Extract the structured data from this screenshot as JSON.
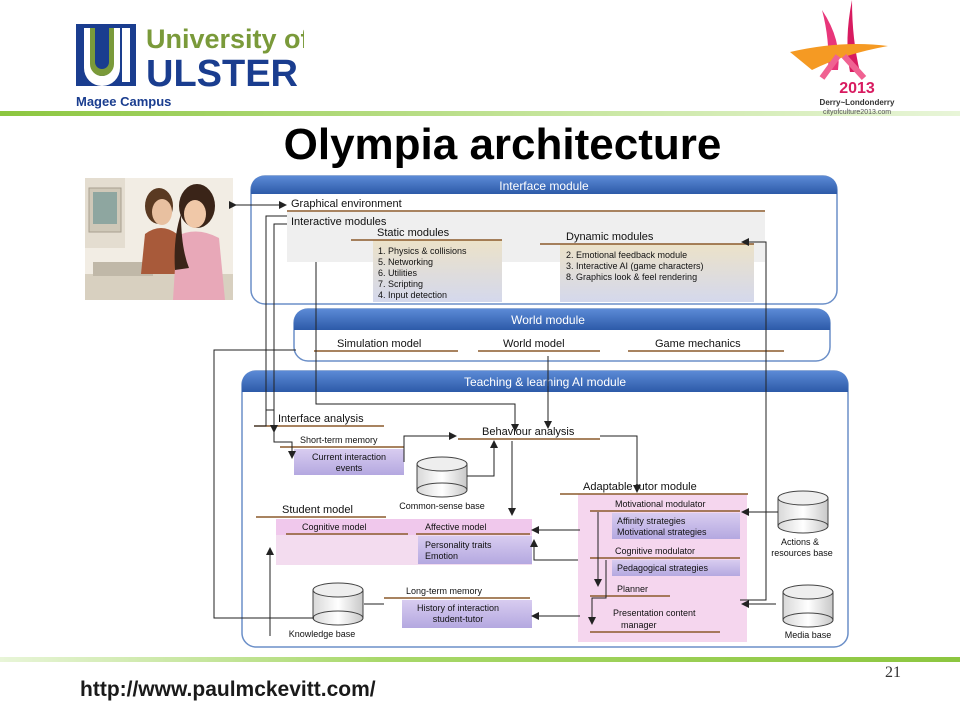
{
  "header": {
    "university_line1": "University of",
    "university_line2": "ULSTER",
    "campus": "Magee Campus",
    "city_year": "2013",
    "city_name": "Derry~Londonderry",
    "city_site": "cityofculture2013.com"
  },
  "title": "Olympia architecture",
  "diagram": {
    "interface_module": {
      "label": "Interface module",
      "graphical_environment": "Graphical environment",
      "interactive_modules": "Interactive modules",
      "static_modules": {
        "label": "Static modules",
        "items": [
          "1. Physics & collisions",
          "5. Networking",
          "6. Utilities",
          "7. Scripting",
          "4. Input detection"
        ]
      },
      "dynamic_modules": {
        "label": "Dynamic modules",
        "items": [
          "2. Emotional feedback module",
          "3. Interactive AI (game characters)",
          "8. Graphics look & feel rendering"
        ]
      }
    },
    "world_module": {
      "label": "World module",
      "items": [
        "Simulation model",
        "World model",
        "Game mechanics"
      ]
    },
    "teaching_module": {
      "label": "Teaching & learning AI module",
      "interface_analysis": "Interface analysis",
      "short_term_memory": "Short-term memory",
      "current_interaction_line1": "Current interaction",
      "current_interaction_line2": "events",
      "behaviour_analysis": "Behaviour analysis",
      "common_sense_base": "Common-sense base",
      "student_model": "Student model",
      "cognitive_model": "Cognitive model",
      "affective_model": "Affective model",
      "personality_line1": "Personality traits",
      "personality_line2": "Emotion",
      "knowledge_base": "Knowledge base",
      "long_term_memory": "Long-term memory",
      "history_line1": "History of interaction",
      "history_line2": "student-tutor",
      "adaptable_tutor": "Adaptable tutor module",
      "motivational_modulator": "Motivational modulator",
      "affinity_strategies": "Affinity strategies",
      "motivational_strategies": "Motivational strategies",
      "cognitive_modulator": "Cognitive modulator",
      "pedagogical_strategies": "Pedagogical strategies",
      "planner": "Planner",
      "presentation_line1": "Presentation content",
      "presentation_line2": "manager",
      "actions_line1": "Actions &",
      "actions_line2": "resources base",
      "media_base": "Media base"
    }
  },
  "footer": {
    "url": "http://www.paulmckevitt.com/",
    "page_number": "21"
  },
  "colors": {
    "module_header": "#3a6fc4",
    "green_bar": "#8cc63f",
    "university_blue": "#1a3d8f",
    "university_green": "#7a9a3a",
    "tan_box": "#e8dcc0",
    "lilac_box": "#c8c0e8",
    "pink_box": "#f0c8e8",
    "underline": "#8b5a2b"
  }
}
